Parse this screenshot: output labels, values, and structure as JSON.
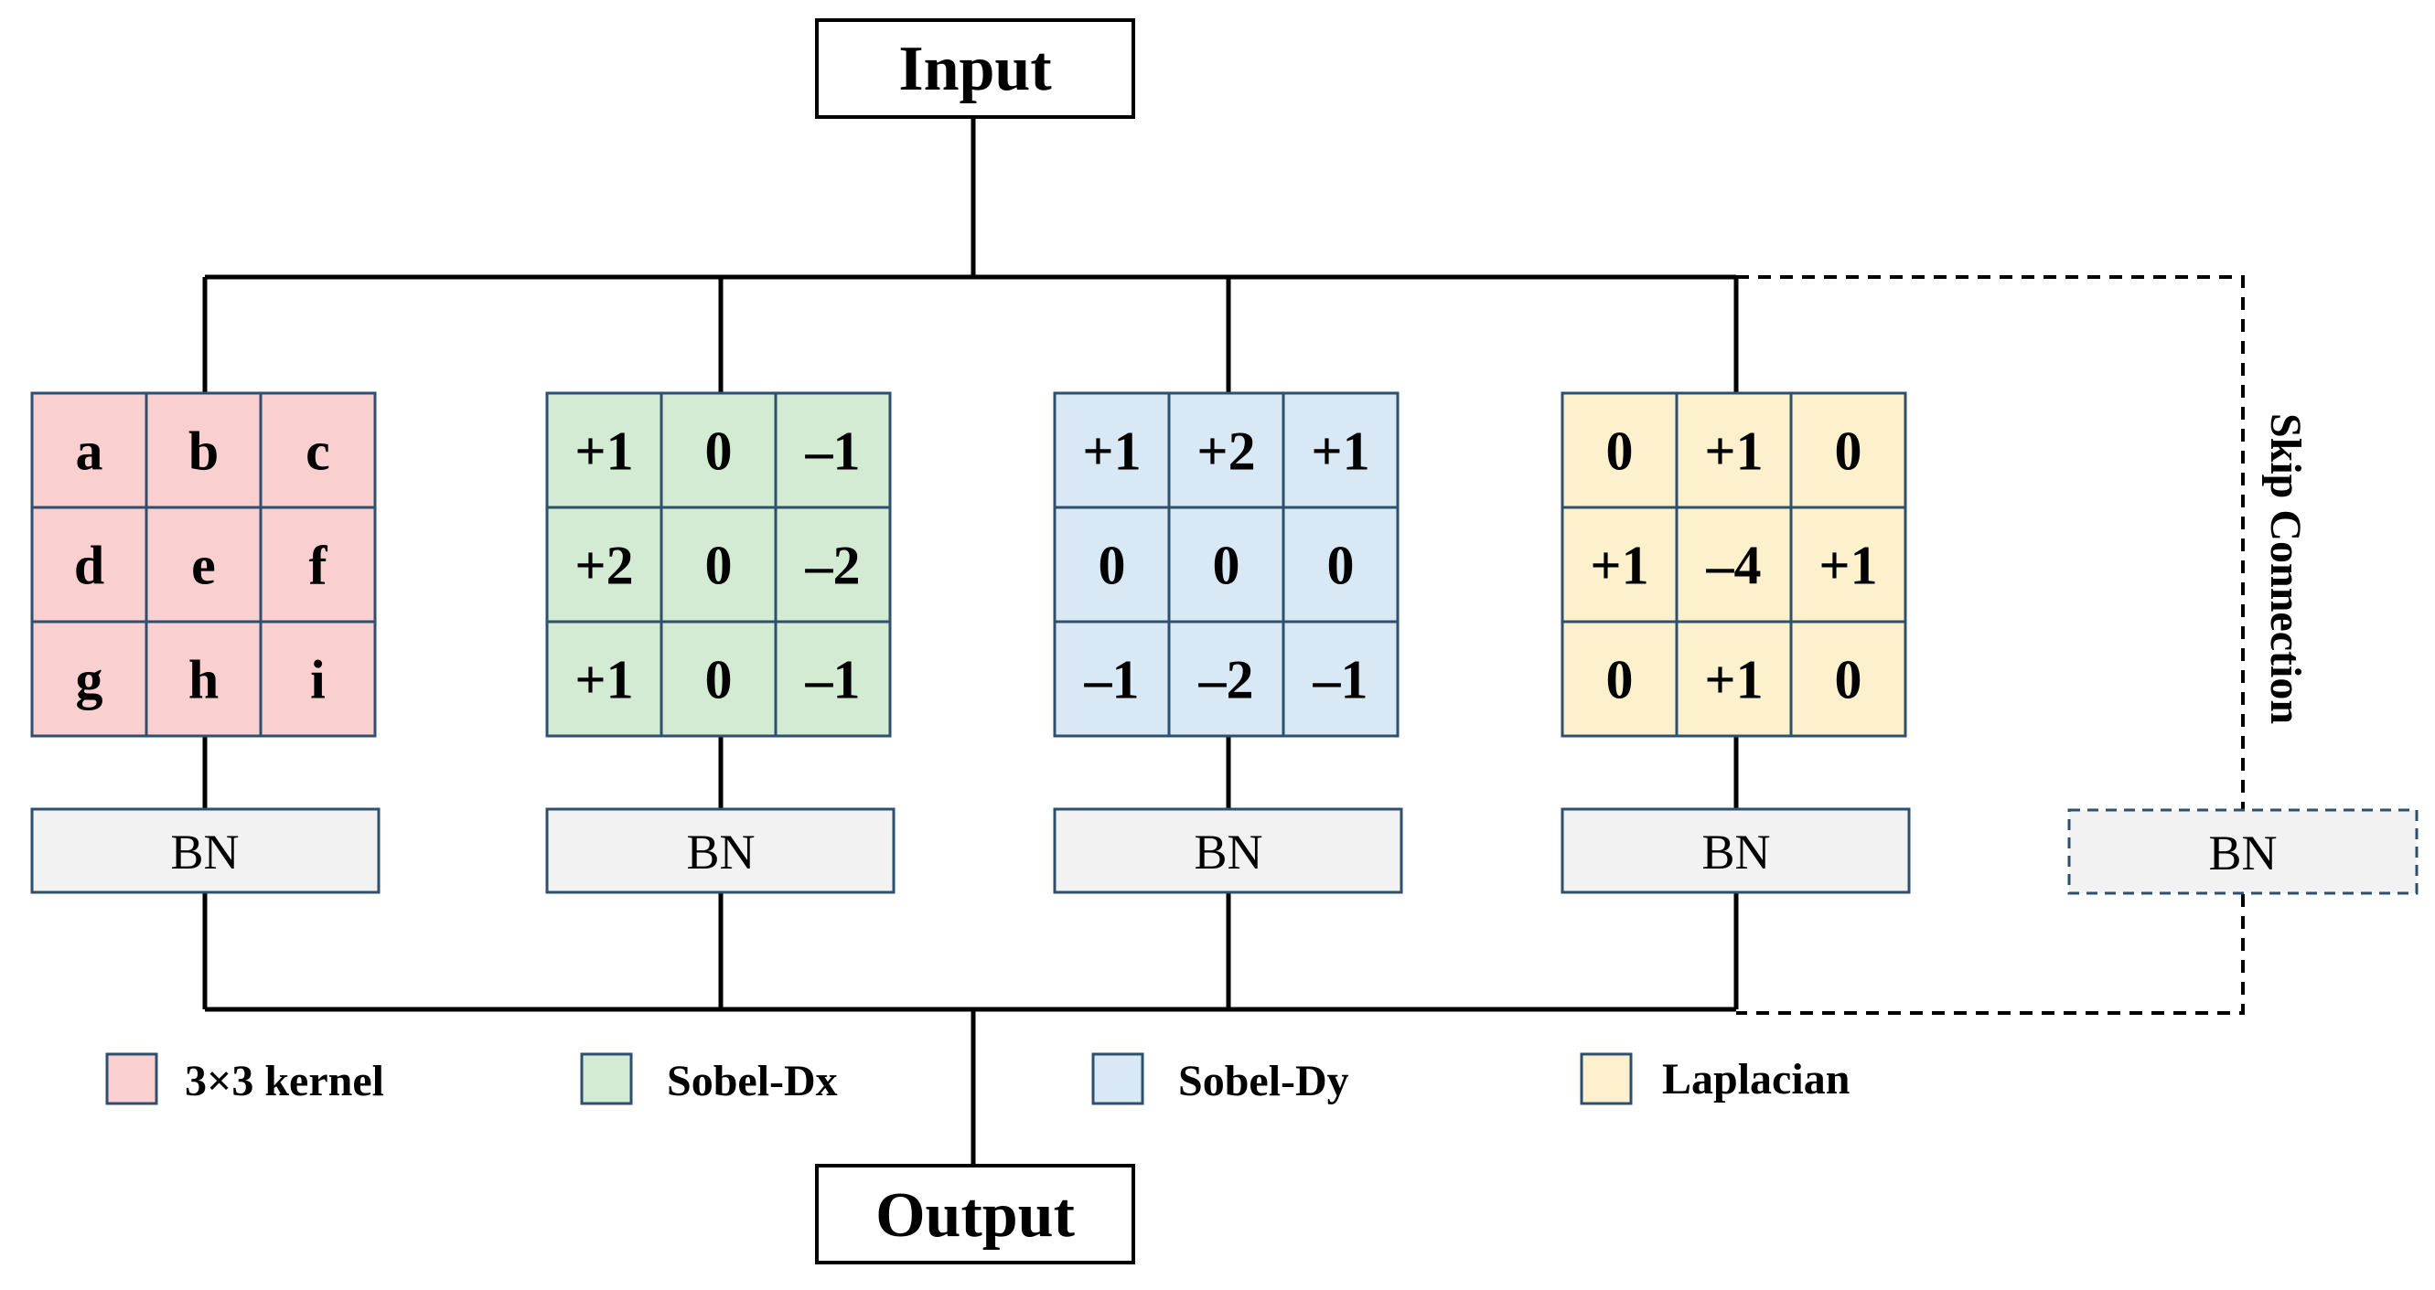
{
  "input_label": "Input",
  "output_label": "Output",
  "skip_label": "Skip Connection",
  "bn_label": "BN",
  "colors": {
    "line": "#000000",
    "cell_border": "#2f4f6f",
    "bn_fill": "#f2f2f2",
    "bn_border": "#2f4f6f"
  },
  "branches": [
    {
      "name": "kernel3x3",
      "fill": "#f9cfcf",
      "cells": [
        "a",
        "b",
        "c",
        "d",
        "e",
        "f",
        "g",
        "h",
        "i"
      ]
    },
    {
      "name": "sobel-dx",
      "fill": "#d3ead3",
      "cells": [
        "+1",
        "0",
        "–1",
        "+2",
        "0",
        "–2",
        "+1",
        "0",
        "–1"
      ]
    },
    {
      "name": "sobel-dy",
      "fill": "#d9e8f5",
      "cells": [
        "+1",
        "+2",
        "+1",
        "0",
        "0",
        "0",
        "–1",
        "–2",
        "–1"
      ]
    },
    {
      "name": "laplacian",
      "fill": "#fdf0cc",
      "cells": [
        "0",
        "+1",
        "0",
        "+1",
        "–4",
        "+1",
        "0",
        "+1",
        "0"
      ]
    }
  ],
  "legend": [
    {
      "label": "3×3 kernel",
      "color": "#f9cfcf"
    },
    {
      "label": "Sobel-Dx",
      "color": "#d3ead3"
    },
    {
      "label": "Sobel-Dy",
      "color": "#d9e8f5"
    },
    {
      "label": "Laplacian",
      "color": "#fdf0cc"
    }
  ]
}
